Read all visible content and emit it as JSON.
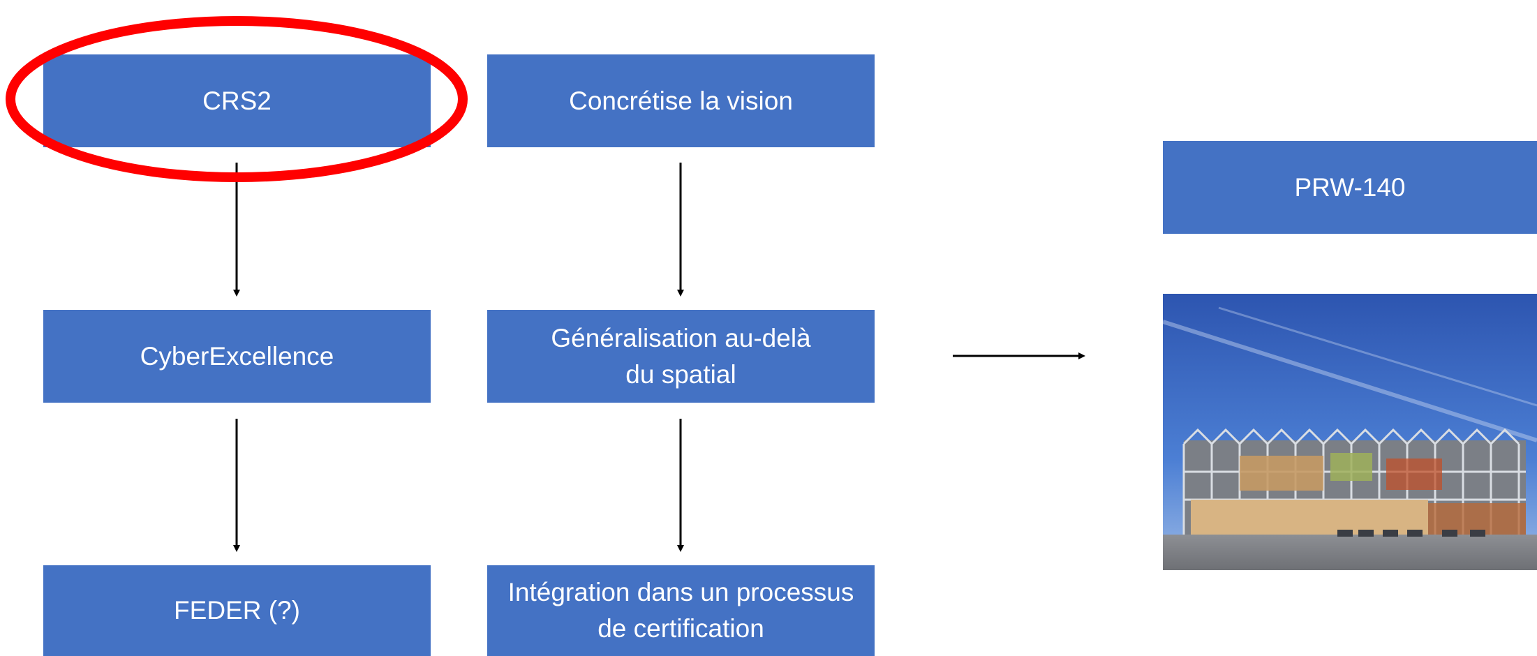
{
  "diagram": {
    "left_column": {
      "crs2": "CRS2",
      "cyberexcellence": "CyberExcellence",
      "feder": "FEDER (?)"
    },
    "middle_column": {
      "vision": "Concrétise la vision",
      "generalisation": "Généralisation au-delà du spatial",
      "integration": "Intégration dans un processus de certification"
    },
    "right_column": {
      "prw": "PRW-140"
    }
  },
  "colors": {
    "box_fill": "#4472c4",
    "box_text": "#ffffff",
    "highlight_ellipse": "#ff0000",
    "arrow": "#000000"
  }
}
